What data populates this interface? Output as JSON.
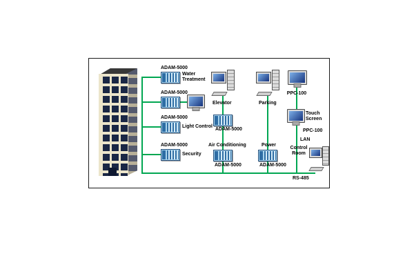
{
  "diagram": {
    "type": "building-automation-network",
    "colors": {
      "connector_green": "#00A651",
      "module_blue": "#A8D4EE",
      "module_stripe_blue": "#2E6DA4",
      "screen_blue": "#16337D",
      "building_wall": "#ECE5CB",
      "building_window": "#1A2745"
    },
    "nodes": {
      "water_treatment": {
        "device": "ADAM-5000",
        "label": "Water Treatment"
      },
      "workstation": {
        "device": "ADAM-5000"
      },
      "light_control": {
        "device": "ADAM-5000",
        "label": "Light Control"
      },
      "security": {
        "device": "ADAM-5000",
        "label": "Security"
      },
      "elevator": {
        "label": "Elevator",
        "device": "ADAM-5000"
      },
      "air_conditioning": {
        "label": "Air Conditioning",
        "device": "ADAM-5000"
      },
      "parking": {
        "label": "Parking"
      },
      "power": {
        "label": "Power",
        "device": "ADAM-5000"
      },
      "ppc_top": {
        "device": "PPC-100"
      },
      "touch_screen": {
        "label": "Touch Screen",
        "device": "PPC-100"
      },
      "lan": {
        "label": "LAN"
      },
      "control_room": {
        "label": "Control Room"
      },
      "bus": {
        "label": "RS-485"
      }
    }
  }
}
